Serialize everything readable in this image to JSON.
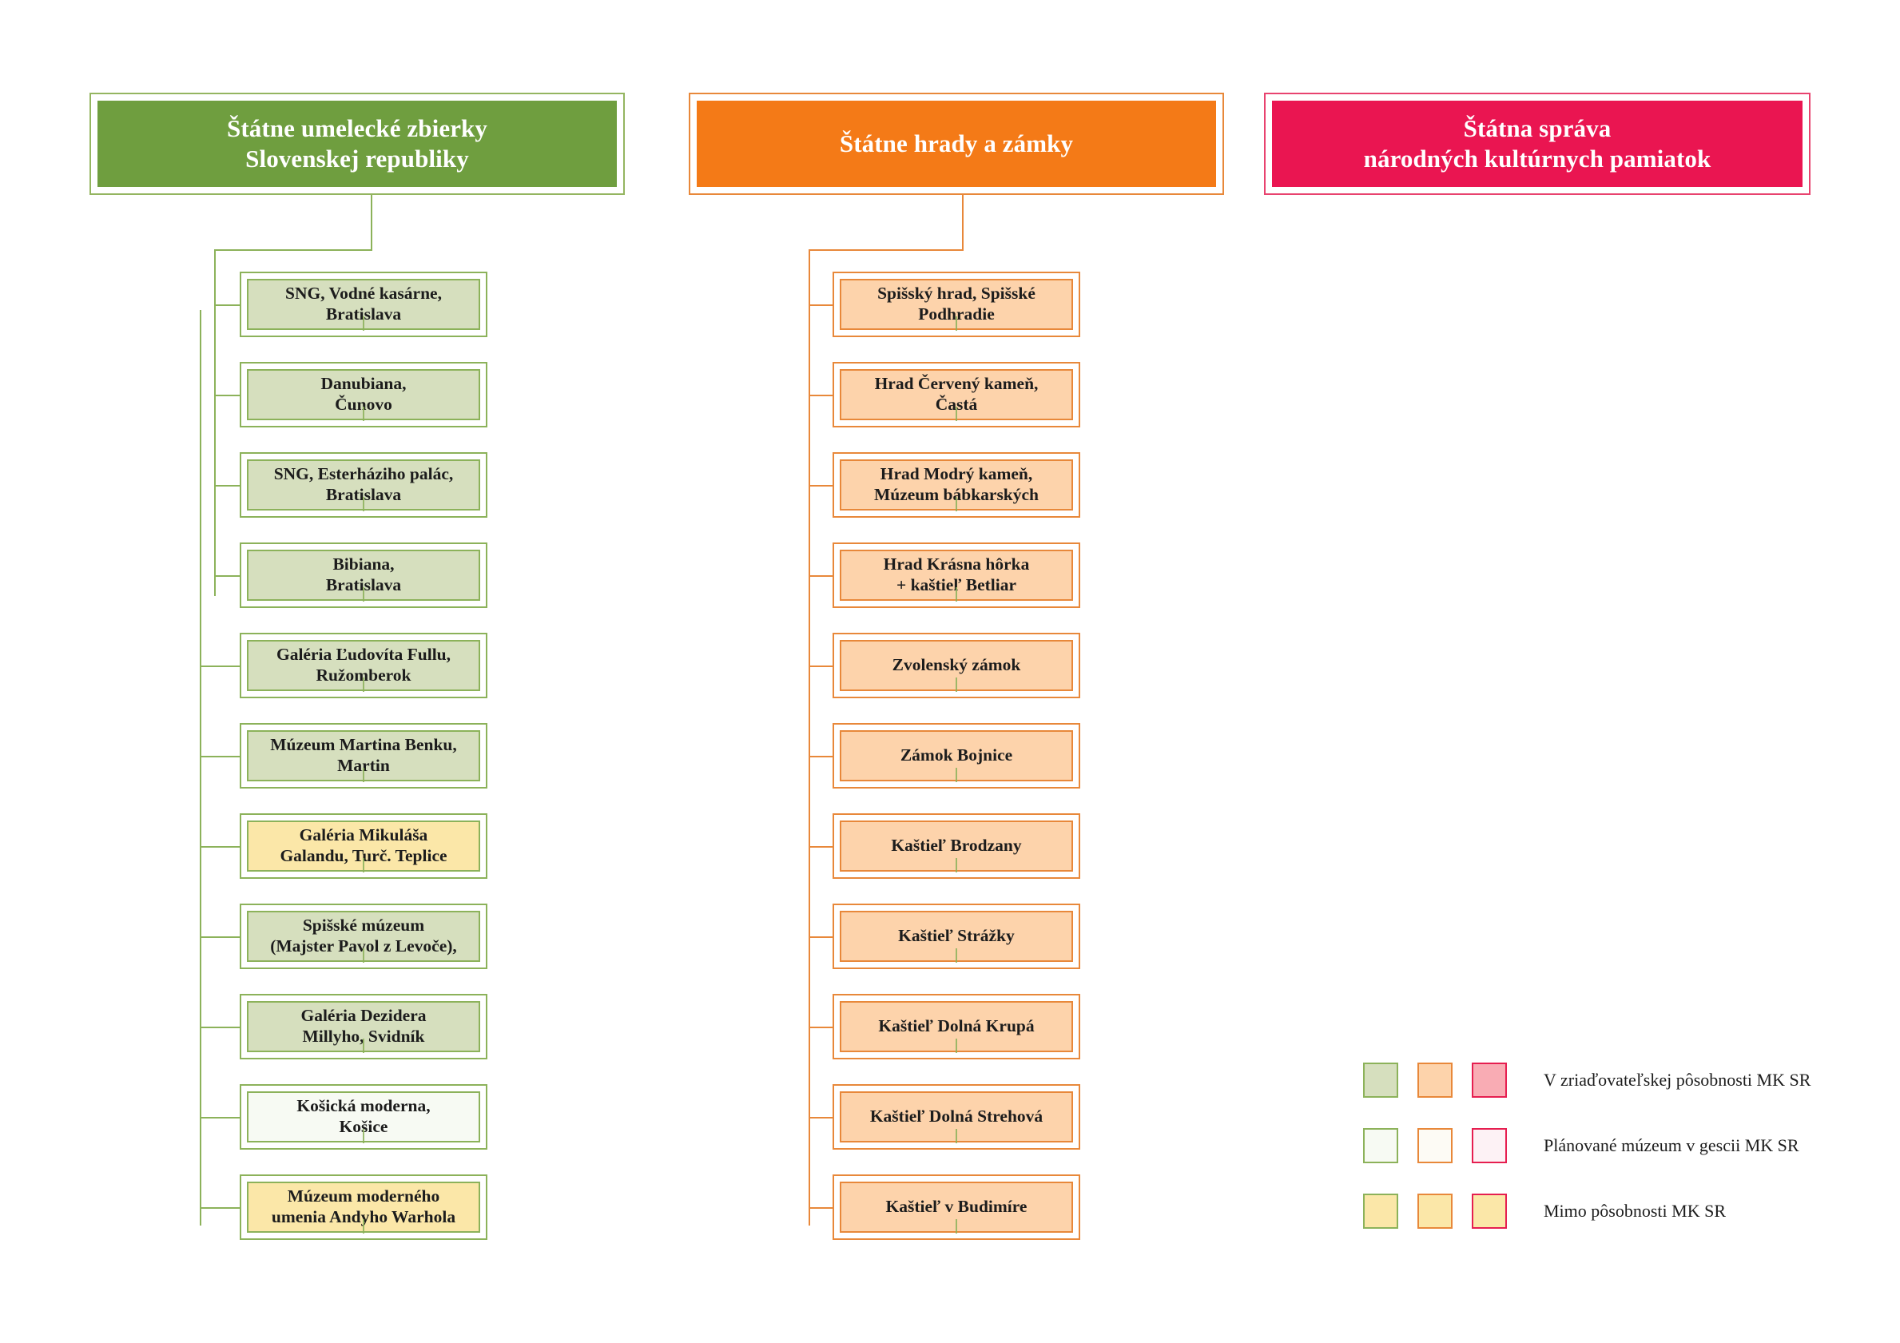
{
  "columns": [
    {
      "id": "state-art-collections",
      "header": "Štátne umelecké zbierky\nSlovenskej republiky",
      "header_line1": "Štátne umelecké zbierky",
      "header_line2": "Slovenskej republiky",
      "accent": "#6f9e3f",
      "children": [
        {
          "line1": "SNG, Vodné kasárne,",
          "line2": "Bratislava",
          "status": "in-scope"
        },
        {
          "line1": "Danubiana,",
          "line2": "Čunovo",
          "status": "in-scope"
        },
        {
          "line1": "SNG, Esterháziho palác,",
          "line2": "Bratislava",
          "status": "in-scope"
        },
        {
          "line1": "Bibiana,",
          "line2": "Bratislava",
          "status": "in-scope"
        },
        {
          "line1": "Galéria Ľudovíta Fullu,",
          "line2": "Ružomberok",
          "status": "in-scope"
        },
        {
          "line1": "Múzeum Martina Benku,",
          "line2": "Martin",
          "status": "in-scope"
        },
        {
          "line1": "Galéria Mikuláša",
          "line2": "Galandu, Turč. Teplice",
          "status": "out-of-scope"
        },
        {
          "line1": "Spišské múzeum",
          "line2": "(Majster Pavol z Levoče),",
          "status": "in-scope"
        },
        {
          "line1": "Galéria Dezidera",
          "line2": "Millyho, Svidník",
          "status": "in-scope"
        },
        {
          "line1": "Košická moderna,",
          "line2": "Košice",
          "status": "planned"
        },
        {
          "line1": "Múzeum moderného",
          "line2": "umenia Andyho Warhola",
          "status": "out-of-scope"
        }
      ]
    },
    {
      "id": "state-castles",
      "header": "Štátne hrady a zámky",
      "header_line1": "Štátne hrady a zámky",
      "header_line2": "",
      "accent": "#f47a17",
      "children": [
        {
          "line1": "Spišský hrad, Spišské",
          "line2": "Podhradie",
          "status": "in-scope"
        },
        {
          "line1": "Hrad Červený kameň,",
          "line2": "Častá",
          "status": "in-scope"
        },
        {
          "line1": "Hrad Modrý kameň,",
          "line2": "Múzeum bábkarských",
          "status": "in-scope"
        },
        {
          "line1": "Hrad Krásna hôrka",
          "line2": "+ kaštieľ Betliar",
          "status": "in-scope"
        },
        {
          "line1": "Zvolenský zámok",
          "line2": "",
          "status": "in-scope"
        },
        {
          "line1": "Zámok Bojnice",
          "line2": "",
          "status": "in-scope"
        },
        {
          "line1": "Kaštieľ Brodzany",
          "line2": "",
          "status": "in-scope"
        },
        {
          "line1": "Kaštieľ Strážky",
          "line2": "",
          "status": "in-scope"
        },
        {
          "line1": "Kaštieľ Dolná Krupá",
          "line2": "",
          "status": "in-scope"
        },
        {
          "line1": "Kaštieľ Dolná Strehová",
          "line2": "",
          "status": "in-scope"
        },
        {
          "line1": "Kaštieľ v Budimíre",
          "line2": "",
          "status": "in-scope"
        }
      ]
    },
    {
      "id": "state-administration",
      "header": "Štátna správa\nnárodných kultúrnych pamiatok",
      "header_line1": "Štátna správa",
      "header_line2": "národných kultúrnych pamiatok",
      "accent": "#ea1551",
      "children": []
    }
  ],
  "legend": {
    "rows": [
      {
        "label": "V zriaďovateľskej pôsobnosti MK SR",
        "fills": [
          "#d6dfbe",
          "#fdd3ab",
          "#f9acb4"
        ]
      },
      {
        "label": "Plánované múzeum v gescii MK SR",
        "fills": [
          "#f7faf3",
          "#fdfbf5",
          "#fdf2f5"
        ]
      },
      {
        "label": "Mimo pôsobnosti MK SR",
        "fills": [
          "#fbe7a8",
          "#fbe7a8",
          "#fbe7a8"
        ]
      }
    ]
  },
  "colors": {
    "green_border": "#8cb25a",
    "green_header": "#6f9e3f",
    "orange_border": "#e8883a",
    "orange_header": "#f47a17",
    "pink_border": "#e61e50",
    "pink_header": "#ea1551"
  }
}
